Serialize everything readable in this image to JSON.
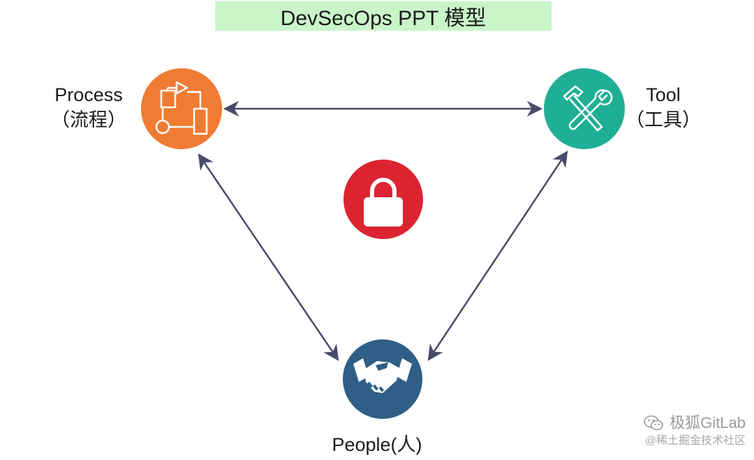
{
  "title": "DevSecOps PPT 模型",
  "nodes": {
    "process": {
      "label": "Process",
      "sublabel": "（流程）",
      "color": "#f07b33",
      "icon": "workflow-icon"
    },
    "tool": {
      "label": "Tool",
      "sublabel": "（工具）",
      "color": "#1faf95",
      "icon": "tools-icon"
    },
    "people": {
      "label": "People(人)",
      "color": "#2f5f86",
      "icon": "handshake-icon"
    },
    "security": {
      "color": "#dc2430",
      "icon": "lock-icon"
    }
  },
  "connector_color": "#4a4a6a",
  "watermark": {
    "brand": "极狐GitLab",
    "sub": "@稀土掘金技术社区",
    "icon": "wechat-icon"
  }
}
